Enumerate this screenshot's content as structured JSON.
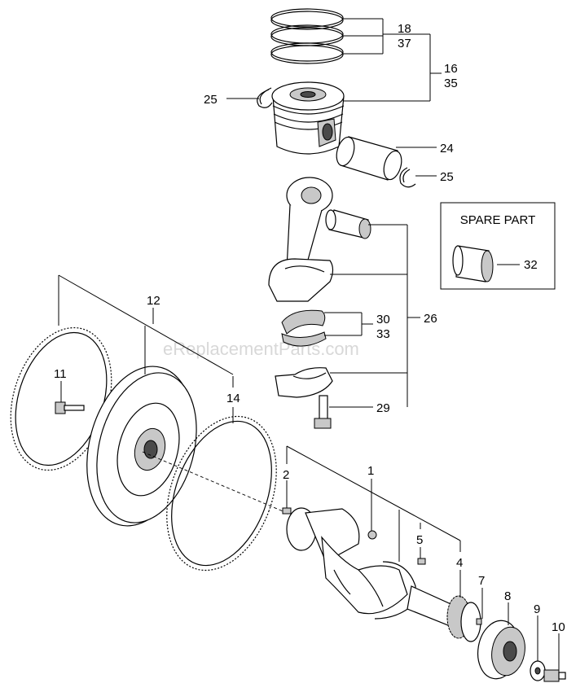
{
  "watermark": "eReplacementParts.com",
  "spare_part_box": {
    "title": "SPARE PART",
    "callout": "32"
  },
  "callouts": {
    "c18": "18",
    "c37": "37",
    "c16": "16",
    "c35": "35",
    "c25a": "25",
    "c24": "24",
    "c25b": "25",
    "c26": "26",
    "c30": "30",
    "c33": "33",
    "c29": "29",
    "c12": "12",
    "c11": "11",
    "c14": "14",
    "c1": "1",
    "c2": "2",
    "c5": "5",
    "c4": "4",
    "c7": "7",
    "c8": "8",
    "c9": "9",
    "c10": "10"
  }
}
